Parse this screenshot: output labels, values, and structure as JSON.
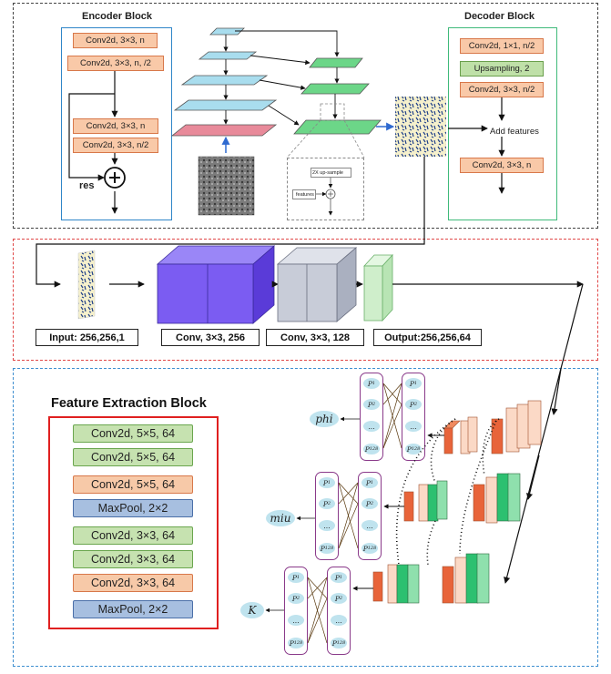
{
  "encoder": {
    "title": "Encoder Block",
    "boxes": [
      "Conv2d, 3×3, n",
      "Conv2d, 3×3, n, /2",
      "Conv2d, 3×3, n",
      "Conv2d, 3×3, n/2"
    ],
    "res_label": "res"
  },
  "decoder": {
    "title": "Decoder Block",
    "box1": "Conv2d, 1×1, n/2",
    "box2": "Upsampling, 2",
    "box3": "Conv2d, 3×3, n/2",
    "add_label": "Add features",
    "box4": "Conv2d, 3×3, n"
  },
  "upsample_detail": {
    "title": "2X up-sample",
    "features": "features"
  },
  "middle": {
    "input": "Input: 256,256,1",
    "conv1": "Conv, 3×3, 256",
    "conv2": "Conv, 3×3, 128",
    "output": "Output:256,256,64"
  },
  "feature_block": {
    "title": "Feature Extraction Block",
    "items": [
      {
        "label": "Conv2d, 5×5, 64",
        "kind": "green"
      },
      {
        "label": "Conv2d, 5×5, 64",
        "kind": "green"
      },
      {
        "label": "Conv2d, 5×5, 64",
        "kind": "orange"
      },
      {
        "label": "MaxPool, 2×2",
        "kind": "blue"
      },
      {
        "label": "Conv2d, 3×3, 64",
        "kind": "green"
      },
      {
        "label": "Conv2d, 3×3, 64",
        "kind": "green"
      },
      {
        "label": "Conv2d, 3×3, 64",
        "kind": "orange"
      },
      {
        "label": "MaxPool, 2×2",
        "kind": "blue"
      }
    ]
  },
  "outputs": {
    "phi": "phi",
    "miu": "miu",
    "k": "K",
    "p_labels": [
      "P1",
      "P2",
      "...",
      "P128"
    ]
  },
  "colors": {
    "encoder_border": "#2f86c8",
    "decoder_border": "#3fba7a",
    "top_dash": "#444444",
    "mid_dash": "#e04848",
    "bottom_dash": "#3f8fd0",
    "feature_border": "#e02020",
    "orange_fill": "#f9c9a8",
    "green_fill": "#bfe0a8",
    "blue_fill": "#a7bfe0",
    "purple_cube": "#7b5cf2",
    "gray_cube": "#c8ccd8",
    "light_green_cube": "#cfeecb",
    "pink_layer": "#e88a9a",
    "cyan_layer": "#a9ddee",
    "green_layer": "#6cd688",
    "dark_orange": "#e8643a",
    "dark_green": "#2cc070"
  }
}
